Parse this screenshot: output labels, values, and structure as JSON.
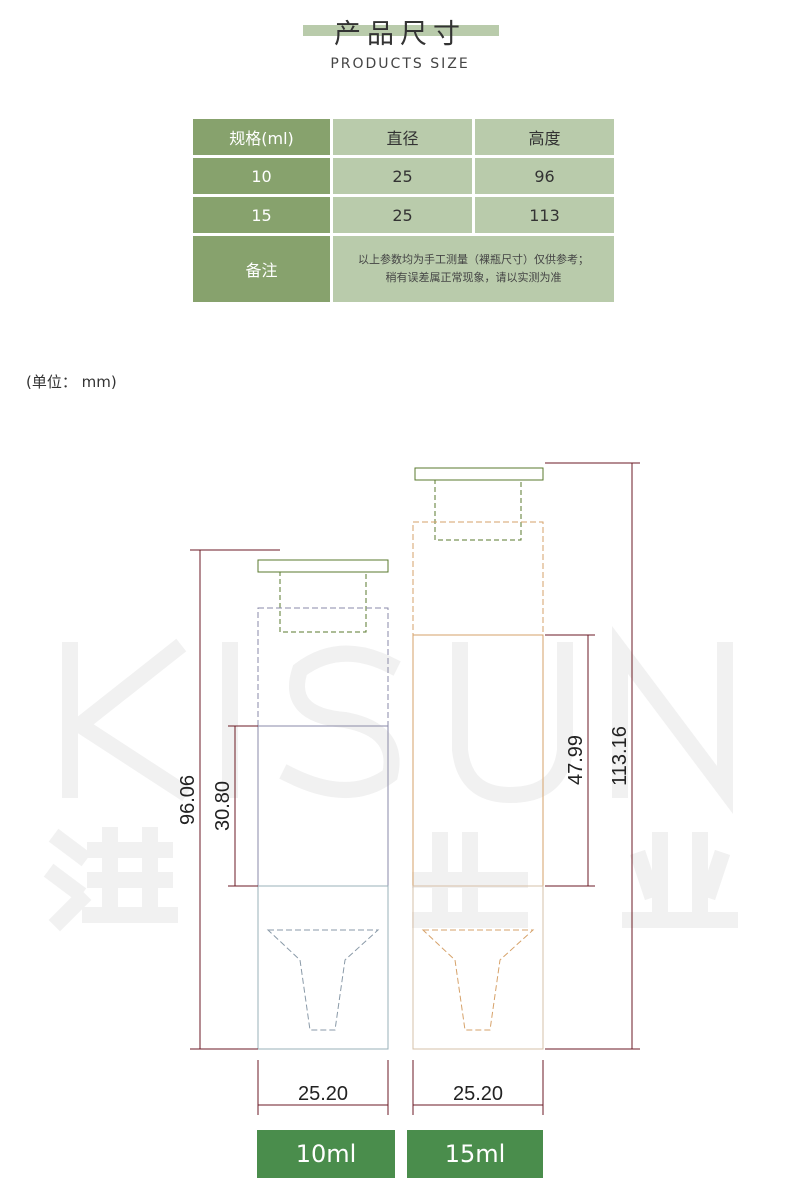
{
  "header": {
    "title": "产品尺寸",
    "subtitle": "PRODUCTS SIZE"
  },
  "table": {
    "headers": [
      "规格(ml)",
      "直径",
      "高度"
    ],
    "rows": [
      [
        "10",
        "25",
        "96"
      ],
      [
        "15",
        "25",
        "113"
      ]
    ],
    "note_label": "备注",
    "note_lines": [
      "以上参数均为手工测量（裸瓶尺寸）仅供参考；",
      "稍有误差属正常现象，请以实测为准"
    ]
  },
  "unit_label": "(单位：  mm)",
  "drawing": {
    "dims": {
      "h10": "96.06",
      "body10": "30.80",
      "w10": "25.20",
      "h15": "113.16",
      "body15": "47.99",
      "w15": "25.20"
    },
    "watermark": "KISUN 淇胜塑业",
    "colors": {
      "dim": "#6b1a24",
      "cap": "#5a7a2e",
      "bottle10": "#8a8aa8",
      "bottle15": "#d6a26a"
    }
  },
  "labels": [
    "10ml",
    "15ml"
  ]
}
